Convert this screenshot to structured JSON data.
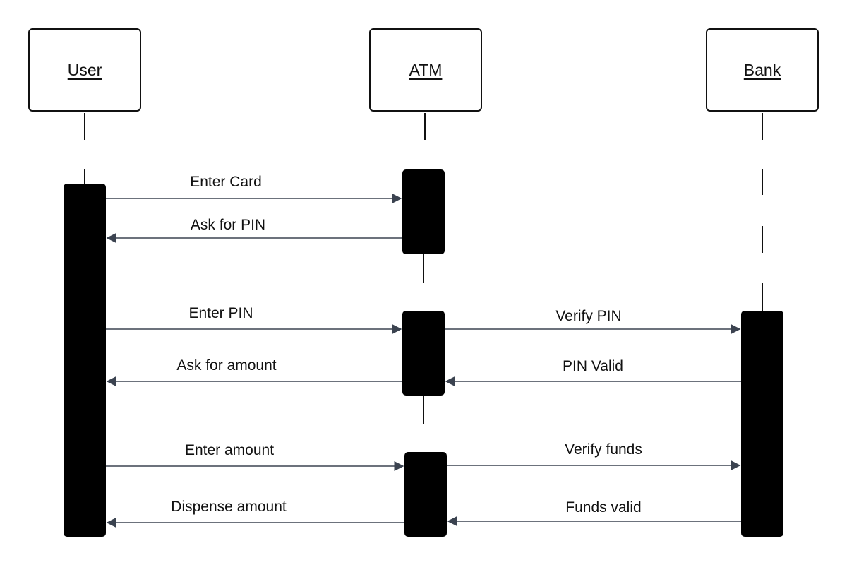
{
  "actors": [
    {
      "id": "user",
      "label": "User"
    },
    {
      "id": "atm",
      "label": "ATM"
    },
    {
      "id": "bank",
      "label": "Bank"
    }
  ],
  "messages": [
    {
      "label": "Enter Card",
      "from": "user",
      "to": "atm"
    },
    {
      "label": "Ask for PIN",
      "from": "atm",
      "to": "user"
    },
    {
      "label": "Enter PIN",
      "from": "user",
      "to": "atm"
    },
    {
      "label": "Verify PIN",
      "from": "atm",
      "to": "bank"
    },
    {
      "label": "Ask for amount",
      "from": "atm",
      "to": "user"
    },
    {
      "label": "PIN Valid",
      "from": "bank",
      "to": "atm"
    },
    {
      "label": "Enter amount",
      "from": "user",
      "to": "atm"
    },
    {
      "label": "Verify funds",
      "from": "atm",
      "to": "bank"
    },
    {
      "label": "Dispense amount",
      "from": "atm",
      "to": "user"
    },
    {
      "label": "Funds valid",
      "from": "bank",
      "to": "atm"
    }
  ],
  "colors": {
    "line": "#111111",
    "activation": "#000000",
    "arrow": "#3b4350"
  }
}
